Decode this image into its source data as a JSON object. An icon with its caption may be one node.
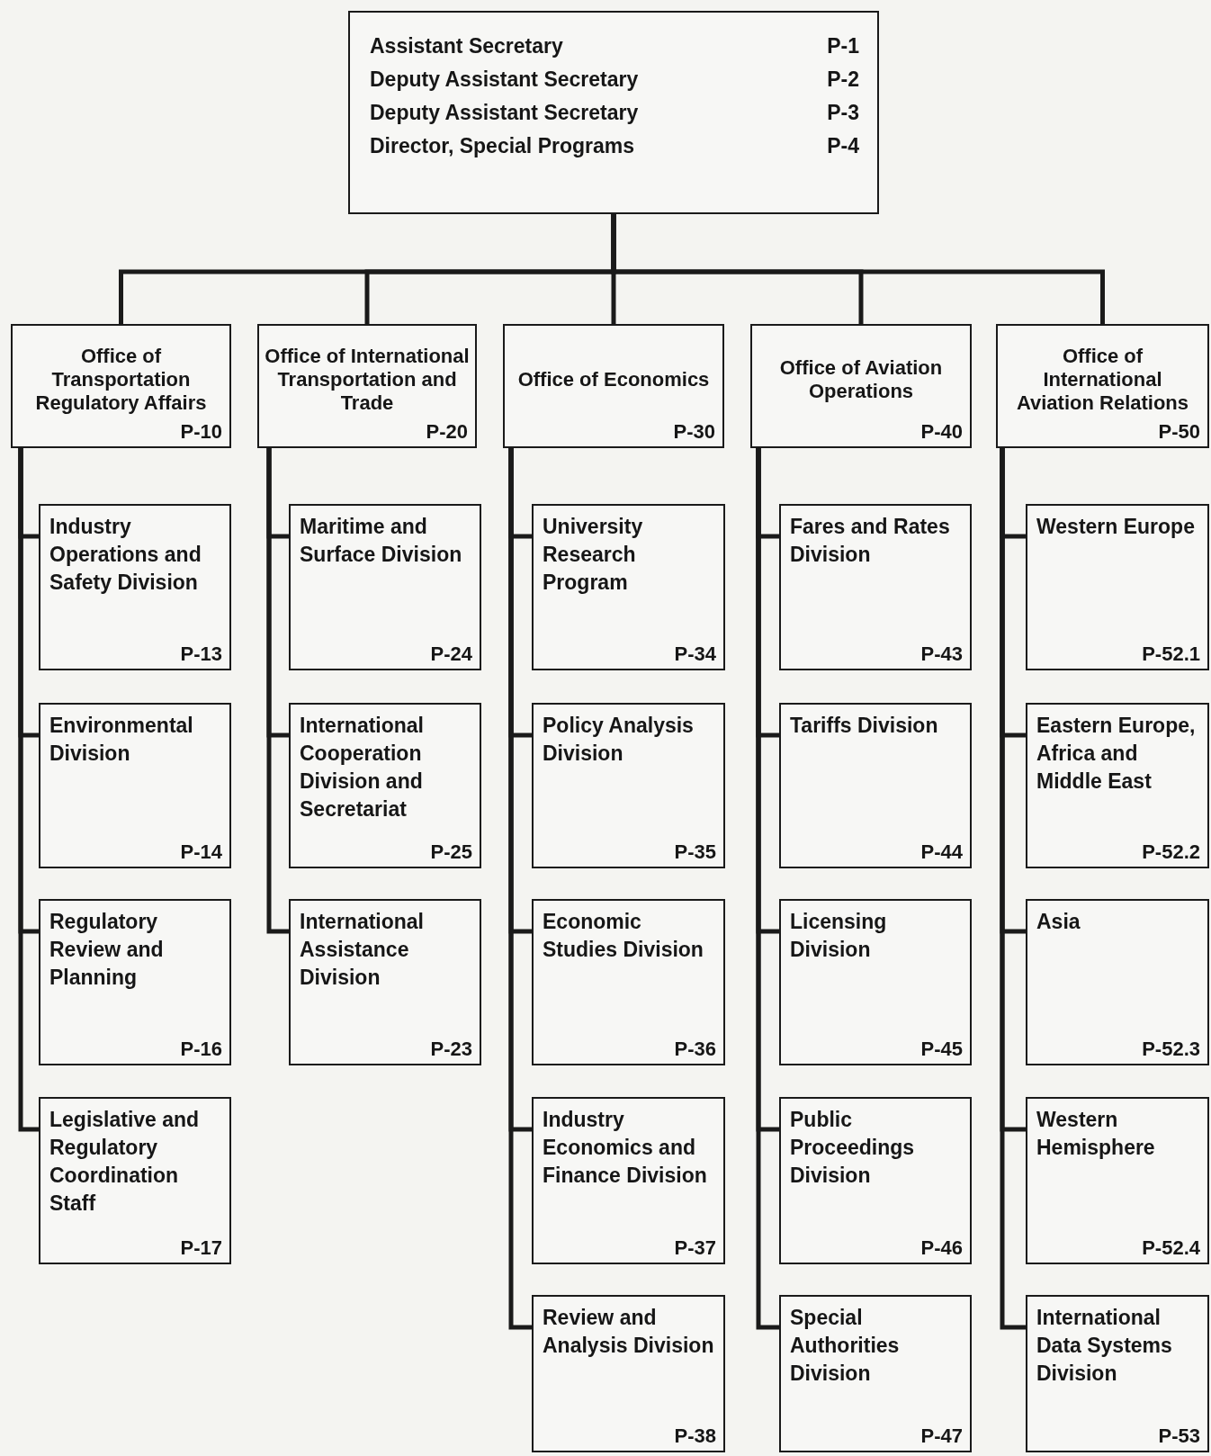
{
  "diagram": {
    "nodes": [
      {
        "text": [
          "Assistant Secretary",
          "P-1",
          "Deputy Assistant Secretary",
          "P-2",
          "Deputy Assistant Secretary",
          "P-3",
          "Director, Special Programs",
          "P-4"
        ]
      },
      {
        "text": [
          "Office of Transportation Regulatory Affairs",
          "P-10"
        ]
      },
      {
        "text": [
          "Office of International Transportation and Trade",
          "P-20"
        ]
      },
      {
        "text": [
          "Office of Economics",
          "P-30"
        ]
      },
      {
        "text": [
          "Office of Aviation Operations",
          "P-40"
        ]
      },
      {
        "text": [
          "Office of International Aviation Relations",
          "P-50"
        ]
      },
      {
        "text": [
          "Industry Operations and Safety Division",
          "P-13"
        ]
      },
      {
        "text": [
          "Environmental Division",
          "P-14"
        ]
      },
      {
        "text": [
          "Regulatory Review and Planning",
          "P-16"
        ]
      },
      {
        "text": [
          "Legislative and Regulatory Coordination Staff",
          "P-17"
        ]
      },
      {
        "text": [
          "Maritime and Surface Division",
          "P-24"
        ]
      },
      {
        "text": [
          "International Cooperation Division and Secretariat",
          "P-25"
        ]
      },
      {
        "text": [
          "International Assistance Division",
          "P-23"
        ]
      },
      {
        "text": [
          "University Research Program",
          "P-34"
        ]
      },
      {
        "text": [
          "Policy Analysis Division",
          "P-35"
        ]
      },
      {
        "text": [
          "Economic Studies Division",
          "P-36"
        ]
      },
      {
        "text": [
          "Industry Economics and Finance Division",
          "P-37"
        ]
      },
      {
        "text": [
          "Review and Analysis Division",
          "P-38"
        ]
      },
      {
        "text": [
          "Fares and Rates Division",
          "P-43"
        ]
      },
      {
        "text": [
          "Tariffs Division",
          "P-44"
        ]
      },
      {
        "text": [
          "Licensing Division",
          "P-45"
        ]
      },
      {
        "text": [
          "Public Proceedings Division",
          "P-46"
        ]
      },
      {
        "text": [
          "Special Authorities Division",
          "P-47"
        ]
      },
      {
        "text": [
          "Western Europe",
          "P-52.1"
        ]
      },
      {
        "text": [
          "Eastern Europe, Africa and Middle East",
          "P-52.2"
        ]
      },
      {
        "text": [
          "Asia",
          "P-52.3"
        ]
      },
      {
        "text": [
          "Western Hemisphere",
          "P-52.4"
        ]
      },
      {
        "text": [
          "International Data Systems Division",
          "P-53"
        ]
      }
    ],
    "edges": [
      {
        "from": 0,
        "to": 1,
        "arrow": "none"
      },
      {
        "from": 0,
        "to": 2,
        "arrow": "none"
      },
      {
        "from": 0,
        "to": 3,
        "arrow": "none"
      },
      {
        "from": 0,
        "to": 4,
        "arrow": "none"
      },
      {
        "from": 0,
        "to": 5,
        "arrow": "none"
      },
      {
        "from": 1,
        "to": 6,
        "arrow": "none"
      },
      {
        "from": 1,
        "to": 7,
        "arrow": "none"
      },
      {
        "from": 1,
        "to": 8,
        "arrow": "none"
      },
      {
        "from": 1,
        "to": 9,
        "arrow": "none"
      },
      {
        "from": 2,
        "to": 10,
        "arrow": "none"
      },
      {
        "from": 2,
        "to": 11,
        "arrow": "none"
      },
      {
        "from": 2,
        "to": 12,
        "arrow": "none"
      },
      {
        "from": 3,
        "to": 13,
        "arrow": "none"
      },
      {
        "from": 3,
        "to": 14,
        "arrow": "none"
      },
      {
        "from": 3,
        "to": 15,
        "arrow": "none"
      },
      {
        "from": 3,
        "to": 16,
        "arrow": "none"
      },
      {
        "from": 3,
        "to": 17,
        "arrow": "none"
      },
      {
        "from": 4,
        "to": 18,
        "arrow": "none"
      },
      {
        "from": 4,
        "to": 19,
        "arrow": "none"
      },
      {
        "from": 4,
        "to": 20,
        "arrow": "none"
      },
      {
        "from": 4,
        "to": 21,
        "arrow": "none"
      },
      {
        "from": 4,
        "to": 22,
        "arrow": "none"
      },
      {
        "from": 5,
        "to": 23,
        "arrow": "none"
      },
      {
        "from": 5,
        "to": 24,
        "arrow": "none"
      },
      {
        "from": 5,
        "to": 25,
        "arrow": "none"
      },
      {
        "from": 5,
        "to": 26,
        "arrow": "none"
      },
      {
        "from": 5,
        "to": 27,
        "arrow": "none"
      }
    ]
  }
}
